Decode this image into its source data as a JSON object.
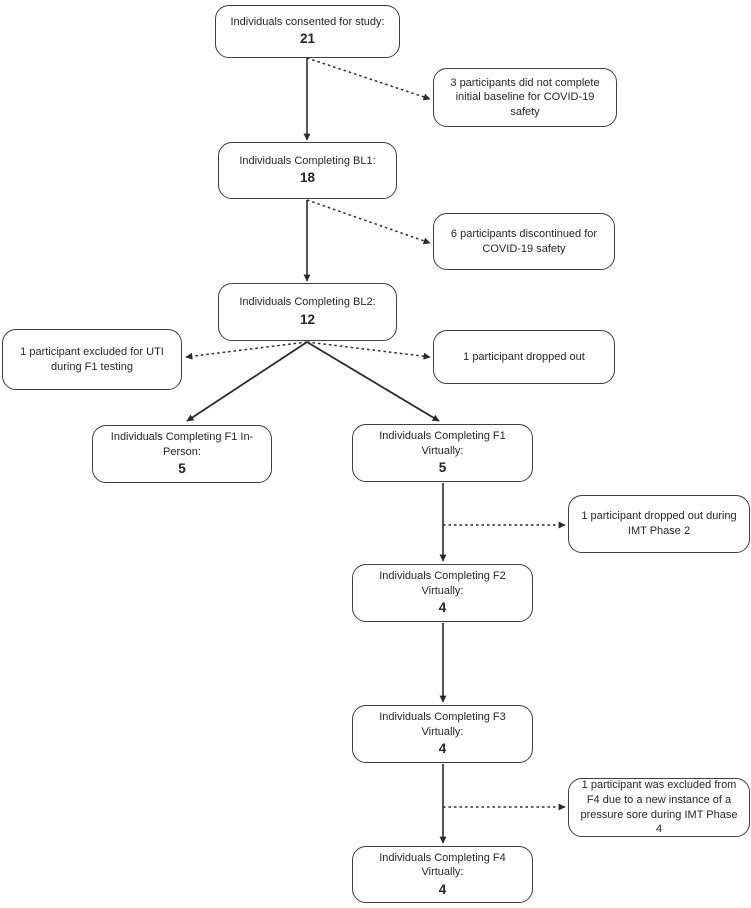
{
  "diagram": {
    "type": "flowchart",
    "description": "Participant flow diagram (CONSORT-style) for study enrollment and follow-up",
    "colors": {
      "box_border": "#3f3f3f",
      "text": "#262626",
      "background": "#ffffff",
      "arrow": "#2b2b2b"
    },
    "nodes": {
      "consented": {
        "label": "Individuals consented for study:",
        "value": "21"
      },
      "bl1": {
        "label": "Individuals Completing BL1:",
        "value": "18"
      },
      "bl2": {
        "label": "Individuals Completing BL2:",
        "value": "12"
      },
      "f1_inperson": {
        "label": "Individuals Completing F1 In-Person:",
        "value": "5"
      },
      "f1_virtual": {
        "label": "Individuals Completing F1 Virtually:",
        "value": "5"
      },
      "f2_virtual": {
        "label": "Individuals Completing F2 Virtually:",
        "value": "4"
      },
      "f3_virtual": {
        "label": "Individuals Completing F3 Virtually:",
        "value": "4"
      },
      "f4_virtual": {
        "label": "Individuals Completing F4 Virtually:",
        "value": "4"
      },
      "excl_baseline": {
        "text": "3 participants did not complete initial baseline for COVID-19 safety"
      },
      "excl_covid": {
        "text": "6 participants discontinued for COVID-19 safety"
      },
      "excl_uti": {
        "text": "1 participant excluded for UTI during F1 testing"
      },
      "excl_dropout": {
        "text": "1 participant dropped out"
      },
      "excl_imt2": {
        "text": "1 participant dropped out during IMT Phase 2"
      },
      "excl_pressure": {
        "text": "1 participant was excluded from F4 due to a new instance of a pressure sore during IMT Phase 4"
      }
    },
    "edges": [
      {
        "from": "consented",
        "to": "bl1",
        "style": "solid"
      },
      {
        "from": "consented",
        "to": "excl_baseline",
        "style": "dotted"
      },
      {
        "from": "bl1",
        "to": "bl2",
        "style": "solid"
      },
      {
        "from": "bl1",
        "to": "excl_covid",
        "style": "dotted"
      },
      {
        "from": "bl2",
        "to": "excl_uti",
        "style": "dotted"
      },
      {
        "from": "bl2",
        "to": "excl_dropout",
        "style": "dotted"
      },
      {
        "from": "bl2",
        "to": "f1_inperson",
        "style": "solid"
      },
      {
        "from": "bl2",
        "to": "f1_virtual",
        "style": "solid"
      },
      {
        "from": "f1_virtual",
        "to": "f2_virtual",
        "style": "solid"
      },
      {
        "from": "f1_virtual",
        "to": "excl_imt2",
        "style": "dotted"
      },
      {
        "from": "f2_virtual",
        "to": "f3_virtual",
        "style": "solid"
      },
      {
        "from": "f3_virtual",
        "to": "f4_virtual",
        "style": "solid"
      },
      {
        "from": "f3_virtual",
        "to": "excl_pressure",
        "style": "dotted"
      }
    ]
  }
}
